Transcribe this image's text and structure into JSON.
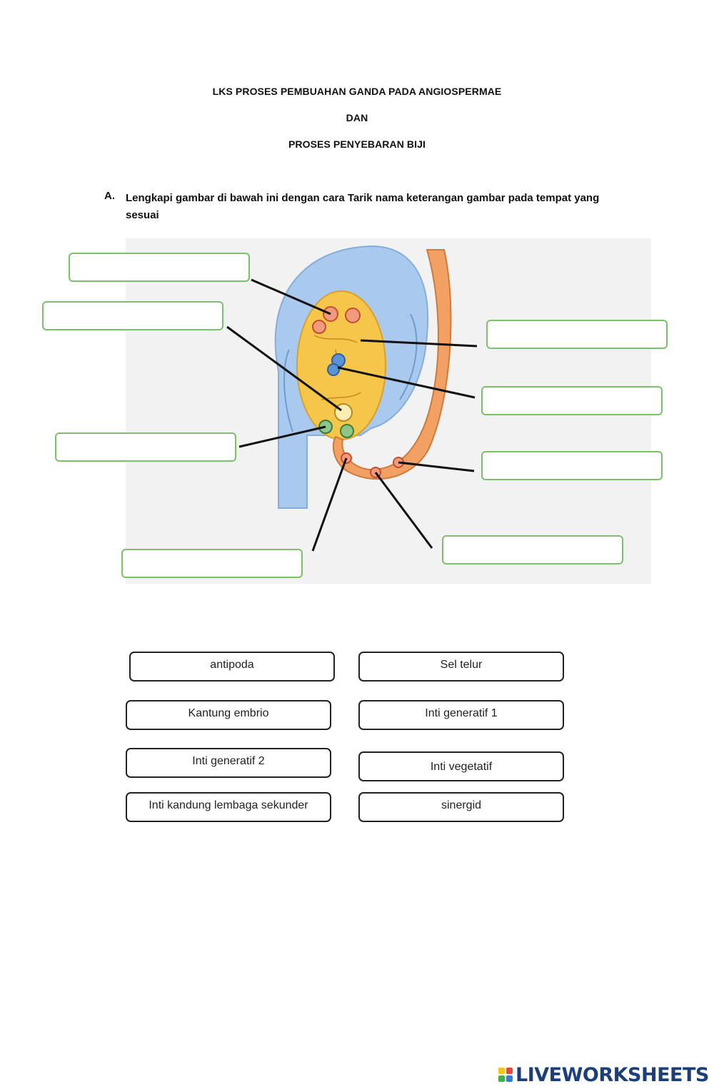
{
  "header": {
    "title_line1": "LKS PROSES PEMBUAHAN GANDA PADA ANGIOSPERMAE",
    "title_line2": "DAN",
    "title_line3": "PROSES PENYEBARAN BIJI"
  },
  "instruction": {
    "letter": "A.",
    "text": "Lengkapi gambar di bawah ini dengan cara Tarik nama keterangan gambar pada tempat yang sesuai"
  },
  "drop_zones": [
    "",
    "",
    "",
    "",
    "",
    "",
    "",
    ""
  ],
  "word_bank": [
    "antipoda",
    "Sel telur",
    "Kantung embrio",
    "Inti generatif 1",
    "Inti generatif 2",
    "Inti vegetatif",
    "Inti kandung lembaga sekunder",
    "sinergid"
  ],
  "footer": {
    "brand": "LIVEWORKSHEETS",
    "logo_colors": [
      "#f7c51e",
      "#e8473c",
      "#43b14b",
      "#2f7fd1"
    ]
  },
  "colors": {
    "drop_border": "#7cc16a",
    "integument_blue": "#a9c9ee",
    "embryo_sac_yellow": "#f6c64a",
    "pollen_tube_orange": "#f2a063"
  }
}
